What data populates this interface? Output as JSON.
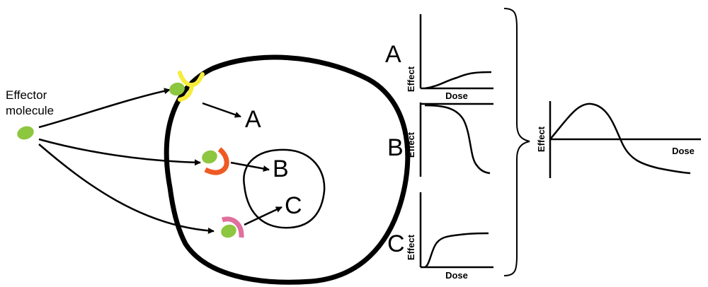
{
  "labels": {
    "effector_line1": "Effector",
    "effector_line2": "molecule",
    "target_a": "A",
    "target_b": "B",
    "target_c": "C"
  },
  "curves": {
    "panel_a": {
      "letter": "A",
      "ylabel": "Effect",
      "xlabel": "Dose"
    },
    "panel_b": {
      "letter": "B",
      "ylabel": "Effect"
    },
    "panel_c": {
      "letter": "C",
      "ylabel": "Effect",
      "xlabel": "Dose"
    },
    "combined": {
      "ylabel": "Effect",
      "xlabel": "Dose"
    }
  },
  "colors": {
    "molecule": "#8dc63f",
    "receptor_a": "#f7ec3b",
    "receptor_b": "#ef5a24",
    "receptor_c": "#e06f9c",
    "stroke": "#000000"
  }
}
